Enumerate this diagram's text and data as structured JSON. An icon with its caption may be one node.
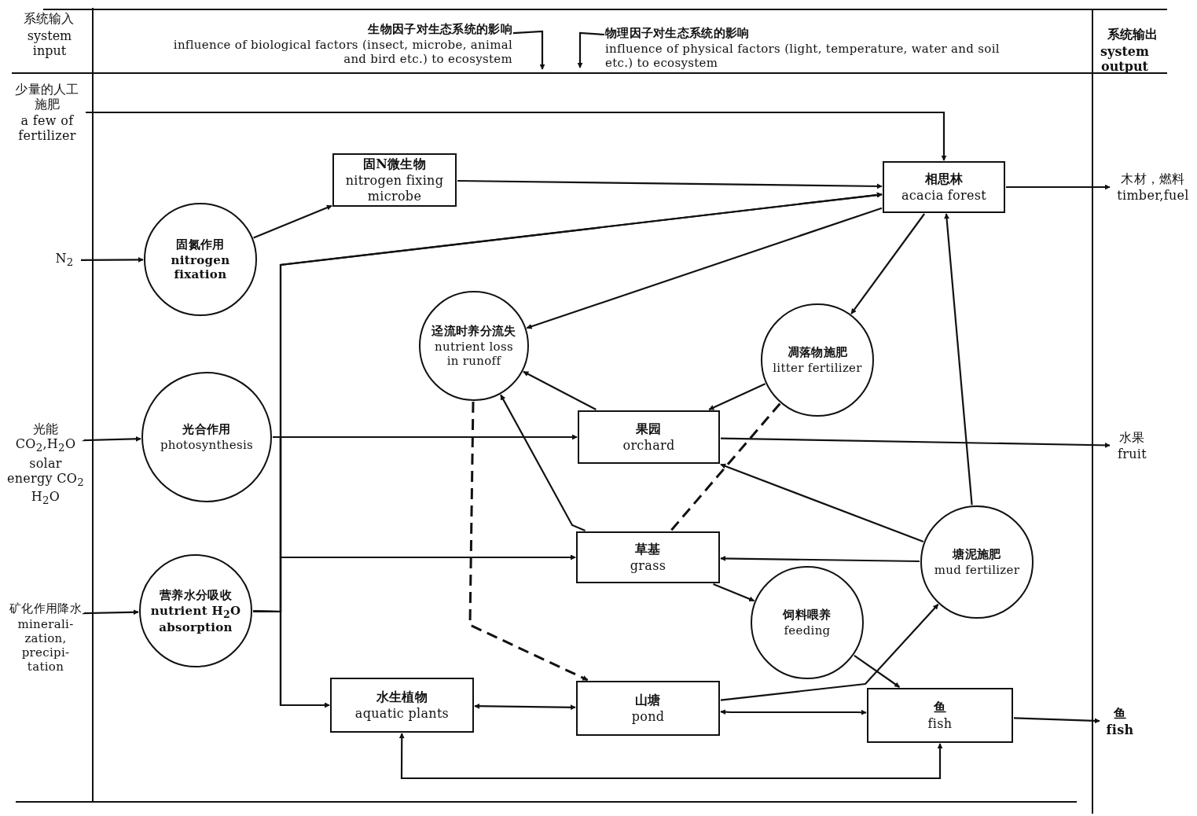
{
  "diagram": {
    "nodes": [
      {
        "text": [
          "生物因子对生态系统的影响",
          "influence of biological factors (insect, microbe, animal and bird etc.) to ecosystem"
        ]
      },
      {
        "text": [
          "物理因子对生态系统的影响",
          "influence of physical factors (light, temperature, water and soil etc.) to ecosystem"
        ]
      },
      {
        "text": [
          "少量的人工施肥",
          "a few of fertilizer"
        ]
      },
      {
        "text": [
          "N$_{2}$"
        ]
      },
      {
        "text": [
          "光能 CO$_{2}$,H$_{2}$O",
          "solar energy CO$_{2}$ H$_{2}$O"
        ]
      },
      {
        "text": [
          "矿化作用降水",
          "minerali- zation, precipi- tation"
        ]
      },
      {
        "text": [
          "固氮作用",
          "nitrogen fixation"
        ]
      },
      {
        "text": [
          "固N微生物",
          "nitrogen fixing microbe"
        ]
      },
      {
        "text": [
          "相思林",
          "acacia forest"
        ]
      },
      {
        "text": [
          "木材，燃料",
          "timber,fuel"
        ]
      },
      {
        "text": [
          "迳流时养分流失",
          "nutrient loss in runoff"
        ]
      },
      {
        "text": [
          "凋落物施肥",
          "litter fertilizer"
        ]
      },
      {
        "text": [
          "光合作用",
          "photosynthesis"
        ]
      },
      {
        "text": [
          "果园",
          "orchard"
        ]
      },
      {
        "text": [
          "水果",
          "fruit"
        ]
      },
      {
        "text": [
          "草基",
          "grass"
        ]
      },
      {
        "text": [
          "塘泥施肥",
          "mud fertilizer"
        ]
      },
      {
        "text": [
          "营养水分吸收",
          "nutrient H$_{2}$O absorption"
        ]
      },
      {
        "text": [
          "饲料喂养",
          "feeding"
        ]
      },
      {
        "text": [
          "水生植物",
          "aquatic plants"
        ]
      },
      {
        "text": [
          "山塘",
          "pond"
        ]
      },
      {
        "text": [
          "鱼",
          "fish"
        ]
      },
      {
        "text": [
          "鱼",
          "fish"
        ]
      }
    ],
    "edges": [
      {
        "from": 0,
        "to": null,
        "arrow": "to"
      },
      {
        "from": 1,
        "to": null,
        "arrow": "to"
      },
      {
        "from": 2,
        "to": 8,
        "arrow": "to"
      },
      {
        "from": 3,
        "to": 6,
        "arrow": "to"
      },
      {
        "from": 6,
        "to": 7,
        "arrow": "to"
      },
      {
        "from": 7,
        "to": 8,
        "arrow": "to"
      },
      {
        "from": 4,
        "to": 12,
        "arrow": "to"
      },
      {
        "from": 5,
        "to": 17,
        "arrow": "to"
      },
      {
        "from": 12,
        "to": 8,
        "arrow": "to"
      },
      {
        "from": 12,
        "to": 13,
        "arrow": "to"
      },
      {
        "from": 12,
        "to": 15,
        "arrow": "to"
      },
      {
        "from": 12,
        "to": 19,
        "arrow": "to"
      },
      {
        "from": 17,
        "to": 8,
        "arrow": "to"
      },
      {
        "from": 17,
        "to": 13,
        "arrow": "to"
      },
      {
        "from": 17,
        "to": 15,
        "arrow": "to"
      },
      {
        "from": 17,
        "to": 19,
        "arrow": "to"
      },
      {
        "from": 8,
        "to": 9,
        "arrow": "to"
      },
      {
        "from": 8,
        "to": 10,
        "arrow": "to"
      },
      {
        "from": 8,
        "to": 11,
        "arrow": "to"
      },
      {
        "from": 16,
        "to": 8,
        "arrow": "to"
      },
      {
        "from": 11,
        "to": 13,
        "arrow": "to"
      },
      {
        "from": 11,
        "to": 15,
        "arrow": "none",
        "style": "dashed"
      },
      {
        "from": 13,
        "to": 10,
        "arrow": "to"
      },
      {
        "from": 15,
        "to": 10,
        "arrow": "to"
      },
      {
        "from": 13,
        "to": 14,
        "arrow": "to"
      },
      {
        "from": 16,
        "to": 13,
        "arrow": "to"
      },
      {
        "from": 16,
        "to": 15,
        "arrow": "to"
      },
      {
        "from": 15,
        "to": 18,
        "arrow": "to"
      },
      {
        "from": 18,
        "to": 21,
        "arrow": "to"
      },
      {
        "from": 10,
        "to": 20,
        "arrow": "to",
        "style": "dashed"
      },
      {
        "from": 20,
        "to": 16,
        "arrow": "to"
      },
      {
        "from": 19,
        "to": 20,
        "arrow": "both"
      },
      {
        "from": 20,
        "to": 21,
        "arrow": "both"
      },
      {
        "from": 19,
        "to": 21,
        "arrow": "both"
      },
      {
        "from": 21,
        "to": 22,
        "arrow": "to"
      }
    ],
    "labels": [
      "系统输入",
      "system input",
      "系统输出",
      "system output"
    ]
  }
}
